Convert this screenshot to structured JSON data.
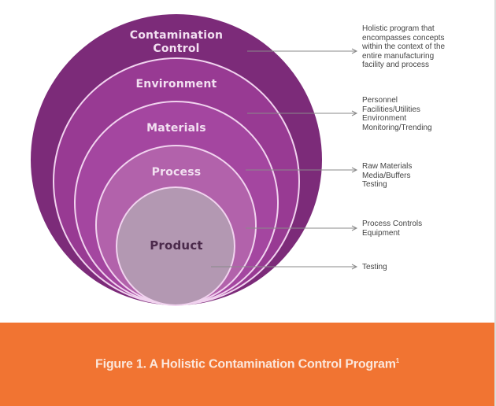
{
  "diagram": {
    "colors": {
      "outer": "#7c2b79",
      "environment": "#983a93",
      "materials": "#a446a0",
      "process": "#b262ab",
      "product": "#b398b2",
      "ring_border": "#f1d3ef",
      "arrow": "#8a8a8a",
      "caption_band": "#f17432"
    },
    "rings": [
      {
        "id": "contamination-control",
        "label_lines": [
          "Contamination",
          "Control"
        ]
      },
      {
        "id": "environment",
        "label_lines": [
          "Environment"
        ]
      },
      {
        "id": "materials",
        "label_lines": [
          "Materials"
        ]
      },
      {
        "id": "process",
        "label_lines": [
          "Process"
        ]
      },
      {
        "id": "product",
        "label_lines": [
          "Product"
        ]
      }
    ],
    "descriptions": [
      {
        "lines": [
          "Holistic program that",
          "encompasses concepts",
          "within the context of the",
          "entire manufacturing",
          "facility and process"
        ]
      },
      {
        "lines": [
          "Personnel",
          "Facilities/Utilities",
          "Environment",
          "Monitoring/Trending"
        ]
      },
      {
        "lines": [
          "Raw Materials",
          "Media/Buffers",
          "Testing"
        ]
      },
      {
        "lines": [
          "Process Controls",
          "Equipment"
        ]
      },
      {
        "lines": [
          "Testing"
        ]
      }
    ]
  },
  "caption": {
    "text": "Figure 1. A Holistic Contamination Control Program",
    "superscript": "1"
  }
}
